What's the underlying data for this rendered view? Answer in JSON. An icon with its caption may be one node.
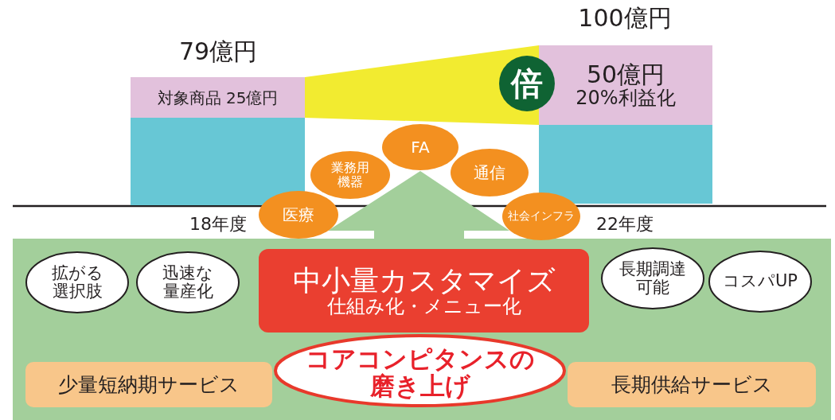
{
  "diagram": {
    "nodes": [
      {
        "text": [
          "対象商品 25億円"
        ]
      },
      {
        "text": [
          "倍"
        ]
      },
      {
        "text": [
          "50億円",
          "20%利益化"
        ]
      },
      {
        "text": [
          "FA"
        ]
      },
      {
        "text": [
          "業務用機器"
        ]
      },
      {
        "text": [
          "通信"
        ]
      },
      {
        "text": [
          "医療"
        ]
      },
      {
        "text": [
          "社会インフラ"
        ]
      },
      {
        "text": [
          "拡がる選択肢"
        ]
      },
      {
        "text": [
          "迅速な量産化"
        ]
      },
      {
        "text": [
          "中小量カスタマイズ",
          "仕組み化・メニュー化"
        ]
      },
      {
        "text": [
          "長期調達可能"
        ]
      },
      {
        "text": [
          "コスパUP"
        ]
      },
      {
        "text": [
          "コアコンピタンスの磨き上げ"
        ]
      },
      {
        "text": [
          "少量短納期サービス"
        ]
      },
      {
        "text": [
          "長期供給サービス"
        ]
      },
      {
        "text": [],
        "shape": "bar"
      },
      {
        "text": [],
        "shape": "bar"
      }
    ],
    "edges": [
      {
        "from": 10,
        "to": 3,
        "arrow": "to"
      }
    ],
    "labels": [
      "79億円",
      "100億円",
      "18年度",
      "22年度"
    ]
  }
}
